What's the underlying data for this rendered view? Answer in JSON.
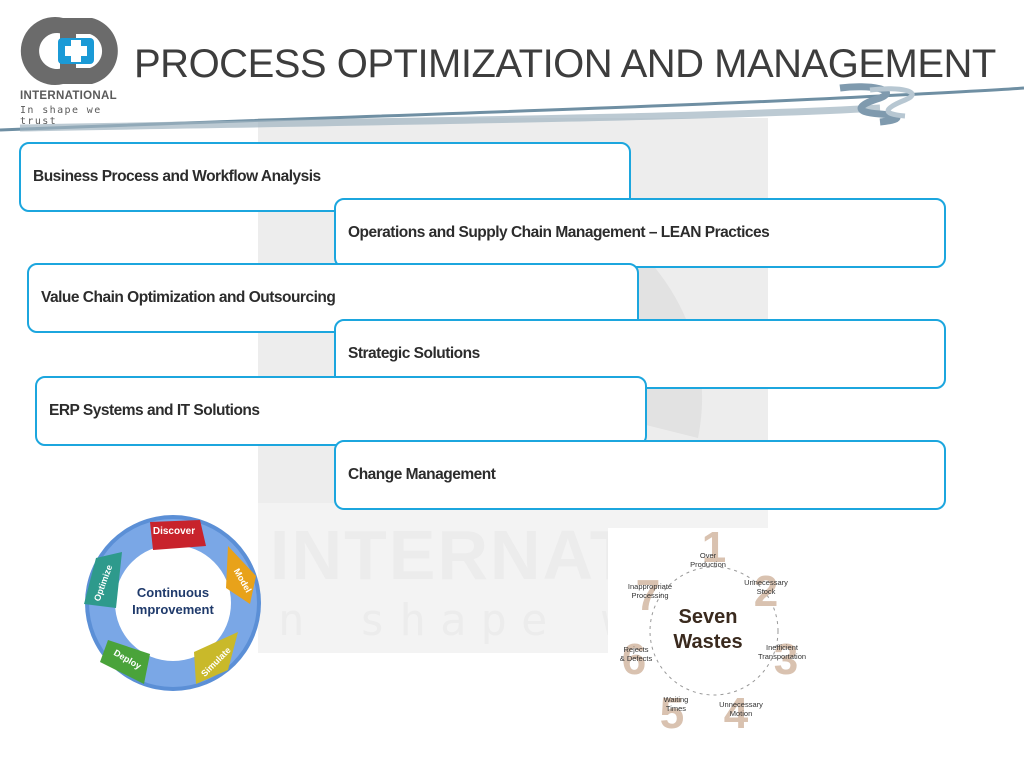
{
  "header": {
    "title": "PROCESS OPTIMIZATION AND   MANAGEMENT",
    "logo": {
      "company": "INTERNATIONAL",
      "tagline": "In shape we trust"
    }
  },
  "watermark": {
    "line1": "INTERNATIO",
    "line2": "n shape we"
  },
  "items": [
    {
      "label": "Business Process and Workflow Analysis"
    },
    {
      "label": "Operations and Supply Chain Management – LEAN Practices"
    },
    {
      "label": "Value Chain Optimization and Outsourcing"
    },
    {
      "label": "Strategic Solutions"
    },
    {
      "label": "ERP Systems and IT Solutions"
    },
    {
      "label": "Change Management"
    }
  ],
  "continuous_improvement": {
    "center_line1": "Continuous",
    "center_line2": "Improvement",
    "stages": [
      "Discover",
      "Model",
      "Simulate",
      "Deploy",
      "Optimize"
    ],
    "colors": {
      "discover": "#c8232c",
      "model": "#e8a21a",
      "simulate": "#c9b92a",
      "deploy": "#4aa33a",
      "optimize": "#2e9a8c",
      "arrows": "#5b8fd6"
    }
  },
  "seven_wastes": {
    "center_line1": "Seven",
    "center_line2": "Wastes",
    "wastes": [
      {
        "number": "1",
        "label_line1": "Over",
        "label_line2": "Production"
      },
      {
        "number": "2",
        "label_line1": "Unnecessary",
        "label_line2": "Stock"
      },
      {
        "number": "3",
        "label_line1": "Inefficient",
        "label_line2": "Transportation"
      },
      {
        "number": "4",
        "label_line1": "Unnecessary",
        "label_line2": "Motion"
      },
      {
        "number": "5",
        "label_line1": "Waiting",
        "label_line2": "Times"
      },
      {
        "number": "6",
        "label_line1": "Rejects",
        "label_line2": "& Defects"
      },
      {
        "number": "7",
        "label_line1": "Inappropriate",
        "label_line2": "Processing"
      }
    ]
  },
  "colors": {
    "accent": "#1ca6de",
    "title_text": "#3d3d3d",
    "logo_blue": "#1b9ad6",
    "logo_gray": "#777777"
  }
}
